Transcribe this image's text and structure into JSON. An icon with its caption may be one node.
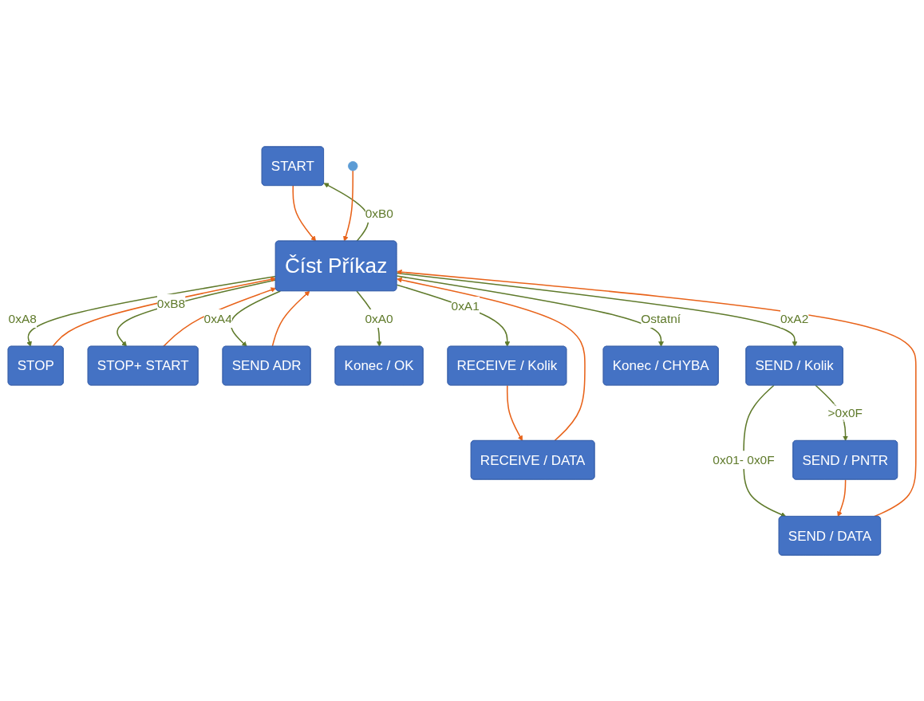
{
  "diagram": {
    "nodes": [
      {
        "text": [
          "START"
        ]
      },
      {
        "text": [
          "STOP"
        ]
      },
      {
        "text": [
          "STOP+ START"
        ]
      },
      {
        "text": [
          "SEND ADR"
        ]
      },
      {
        "text": [
          "Číst Příkaz"
        ]
      },
      {
        "text": [],
        "shape": "circle"
      },
      {
        "text": [
          "Konec / OK"
        ]
      },
      {
        "text": [
          "SEND / Kolik"
        ]
      },
      {
        "text": [
          "RECEIVE / DATA"
        ]
      },
      {
        "text": [
          "SEND / PNTR"
        ]
      },
      {
        "text": [
          "SEND / DATA"
        ]
      },
      {
        "text": [
          "RECEIVE / Kolik"
        ]
      },
      {
        "text": [
          "Konec / CHYBA"
        ]
      }
    ],
    "edges": [
      {
        "from": 4,
        "to": 0,
        "arrow": "to",
        "label": "0xB0"
      },
      {
        "from": 4,
        "to": 2,
        "arrow": "to",
        "label": "0xB8"
      },
      {
        "from": 4,
        "to": 1,
        "arrow": "to",
        "label": "0xA8"
      },
      {
        "from": 4,
        "to": 3,
        "arrow": "to",
        "label": "0xA4"
      },
      {
        "from": 4,
        "to": 6,
        "arrow": "to",
        "label": "0xA0"
      },
      {
        "from": 4,
        "to": 7,
        "arrow": "to",
        "label": "0xA2"
      },
      {
        "from": 7,
        "to": 10,
        "arrow": "to",
        "label": "0x01- 0x0F"
      },
      {
        "from": 7,
        "to": 9,
        "arrow": "to",
        "label": ">0x0F"
      },
      {
        "from": 4,
        "to": 12,
        "arrow": "to",
        "label": "Ostatní"
      },
      {
        "from": 4,
        "to": 11,
        "arrow": "to",
        "label": "0xA1"
      },
      {
        "from": 0,
        "to": 4,
        "arrow": "to",
        "color": "#e8631a"
      },
      {
        "from": 1,
        "to": 4,
        "arrow": "to",
        "color": "#e8631a"
      },
      {
        "from": 2,
        "to": 4,
        "arrow": "to",
        "color": "#e8631a"
      },
      {
        "from": 3,
        "to": 4,
        "arrow": "to",
        "color": "#e8631a"
      },
      {
        "from": 5,
        "to": 4,
        "arrow": "to",
        "color": "#e8631a"
      },
      {
        "from": 10,
        "to": 4,
        "arrow": "to",
        "color": "#e8631a"
      },
      {
        "from": 9,
        "to": 10,
        "arrow": "to",
        "color": "#e8631a"
      },
      {
        "from": 11,
        "to": 8,
        "arrow": "to",
        "color": "#e8631a"
      },
      {
        "from": 8,
        "to": 4,
        "arrow": "to",
        "color": "#e8631a"
      }
    ]
  }
}
